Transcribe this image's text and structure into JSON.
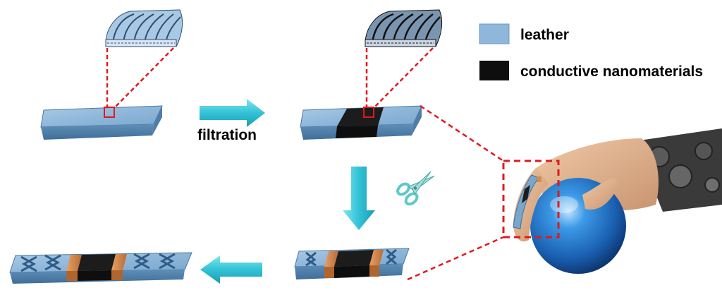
{
  "labels": {
    "filtration": "filtration"
  },
  "legend": {
    "leather": "leather",
    "conductive": "conductive nanomaterials"
  },
  "colors": {
    "leather": "#8cb4d8",
    "leather_dark": "#4f7ea8",
    "conductive": "#1c1c1c",
    "arrow": "#3cc8d8",
    "highlight": "#e0191e",
    "copper": "#d98a4a",
    "sphere": "#2a7fd0",
    "skin": "#e0b28c"
  },
  "icons": {
    "scissors": "scissors-icon",
    "fibers": "fiber-bundle-icon"
  }
}
